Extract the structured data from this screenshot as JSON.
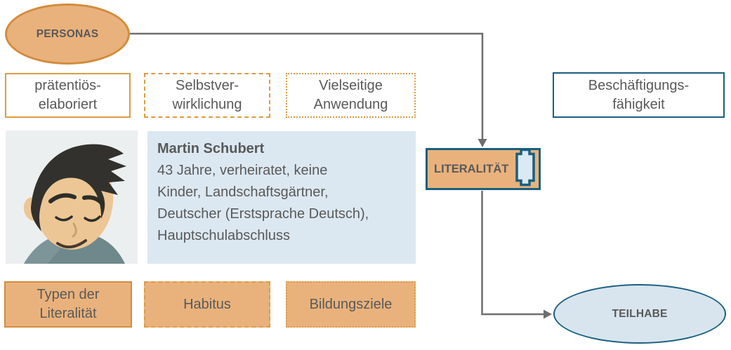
{
  "personas": {
    "label": "PERSONAS"
  },
  "top_row": {
    "praetentioes_elaboriert": {
      "line1": "prätentiös-",
      "line2": "elaboriert"
    },
    "selbstverwirklichung": {
      "line1": "Selbstver-",
      "line2": "wirklichung"
    },
    "vielseitige_anwendung": {
      "line1": "Vielseitige",
      "line2": "Anwendung"
    },
    "beschaeftigungsfaehigkeit": {
      "line1": "Beschäftigungs-",
      "line2": "fähigkeit"
    }
  },
  "persona_card": {
    "avatar": "cartoon-man-illustration",
    "name": "Martin Schubert",
    "details": [
      "43 Jahre, verheiratet, keine",
      "Kinder, Landschaftsgärtner,",
      "Deutscher (Erstsprache Deutsch),",
      "Hauptschulabschluss"
    ]
  },
  "literalitaet": {
    "label": "LITERALITÄT",
    "icon": "scroll-icon"
  },
  "bottom_row": {
    "typen_der_literalitaet": {
      "line1": "Typen der",
      "line2": "Literalität"
    },
    "habitus": {
      "label": "Habitus"
    },
    "bildungsziele": {
      "label": "Bildungsziele"
    }
  },
  "teilhabe": {
    "label": "TEILHABE"
  },
  "colors": {
    "orange_fill": "#e9b27c",
    "orange_border": "#dd9b44",
    "orange_border_dark": "#d28c3c",
    "teal_border": "#1a5f7e",
    "light_blue_fill": "#dce8f1",
    "light_blue_ellipse": "#d8e5ee",
    "avatar_background": "#eceff0",
    "text_gray": "#595959",
    "arrow_gray": "#6e6e6e"
  }
}
